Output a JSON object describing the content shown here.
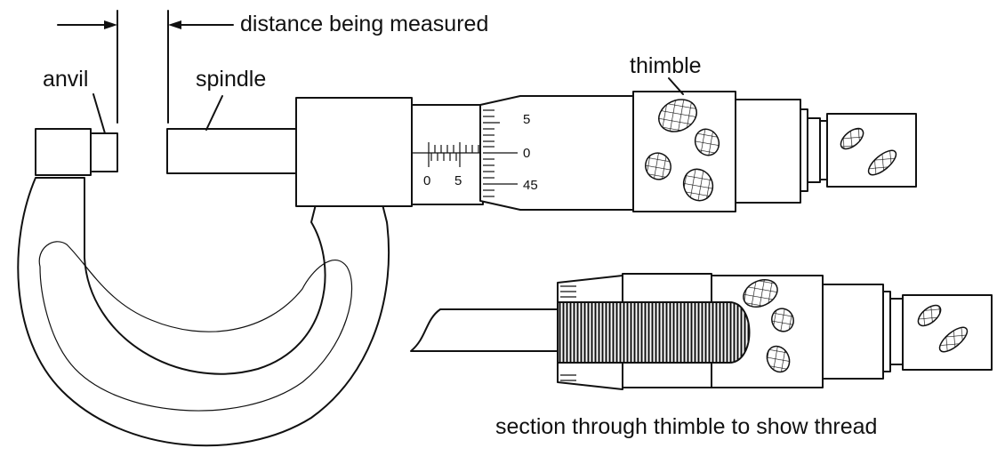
{
  "labels": {
    "distance": "distance being measured",
    "anvil": "anvil",
    "spindle": "spindle",
    "thimble": "thimble",
    "section": "section through thimble to show thread"
  },
  "sleeve_scale": [
    "0",
    "5"
  ],
  "thimble_scale": [
    "5",
    "0",
    "45"
  ]
}
